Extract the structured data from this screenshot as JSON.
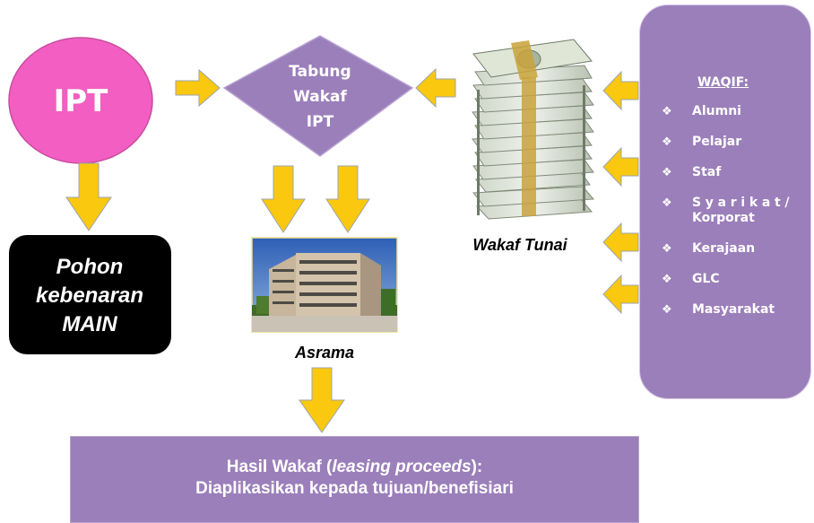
{
  "diagram": {
    "ipt_node": {
      "label": "IPT"
    },
    "tabung_node": {
      "line1": "Tabung",
      "line2": "Wakaf",
      "line3": "IPT"
    },
    "pohon_node": {
      "line1": "Pohon",
      "line2": "kebenaran",
      "line3": "MAIN"
    },
    "asrama": {
      "caption": "Asrama"
    },
    "wakaf_tunai": {
      "caption": "Wakaf Tunai"
    },
    "waqif": {
      "title": "WAQIF:",
      "items": [
        "Alumni",
        "Pelajar",
        "Staf",
        "Syarikat/",
        "Korporat",
        "Kerajaan",
        "GLC",
        "Masyarakat"
      ]
    },
    "result": {
      "prefix": "Hasil Wakaf (",
      "emphasis": "leasing proceeds",
      "suffix": "):",
      "line2": "Diaplikasikan kepada tujuan/benefisiari"
    }
  },
  "colors": {
    "ipt_pink": "#f25ec1",
    "purple": "#9b7fba",
    "arrow_yellow": "#f9c80f",
    "black_box": "#000000"
  },
  "icons": {
    "bullet": "❖",
    "money": "money-stack-icon",
    "building": "building-photo-icon"
  }
}
